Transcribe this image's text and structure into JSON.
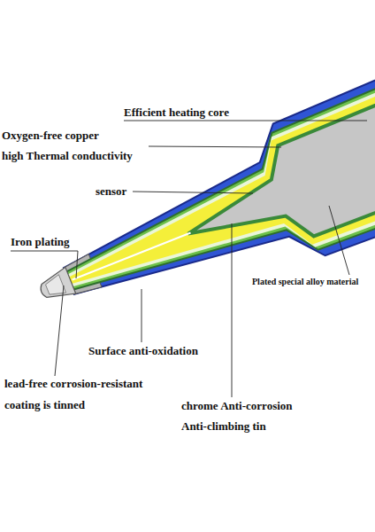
{
  "diagram": {
    "labels": [
      "Efficient heating core",
      "Oxygen-free copper",
      "high Thermal conductivity",
      "sensor",
      "Iron plating",
      "Plated special alloy material",
      "Surface anti-oxidation",
      "lead-free corrosion-resistant",
      "coating is tinned",
      "chrome Anti-corrosion",
      "Anti-climbing tin"
    ]
  }
}
